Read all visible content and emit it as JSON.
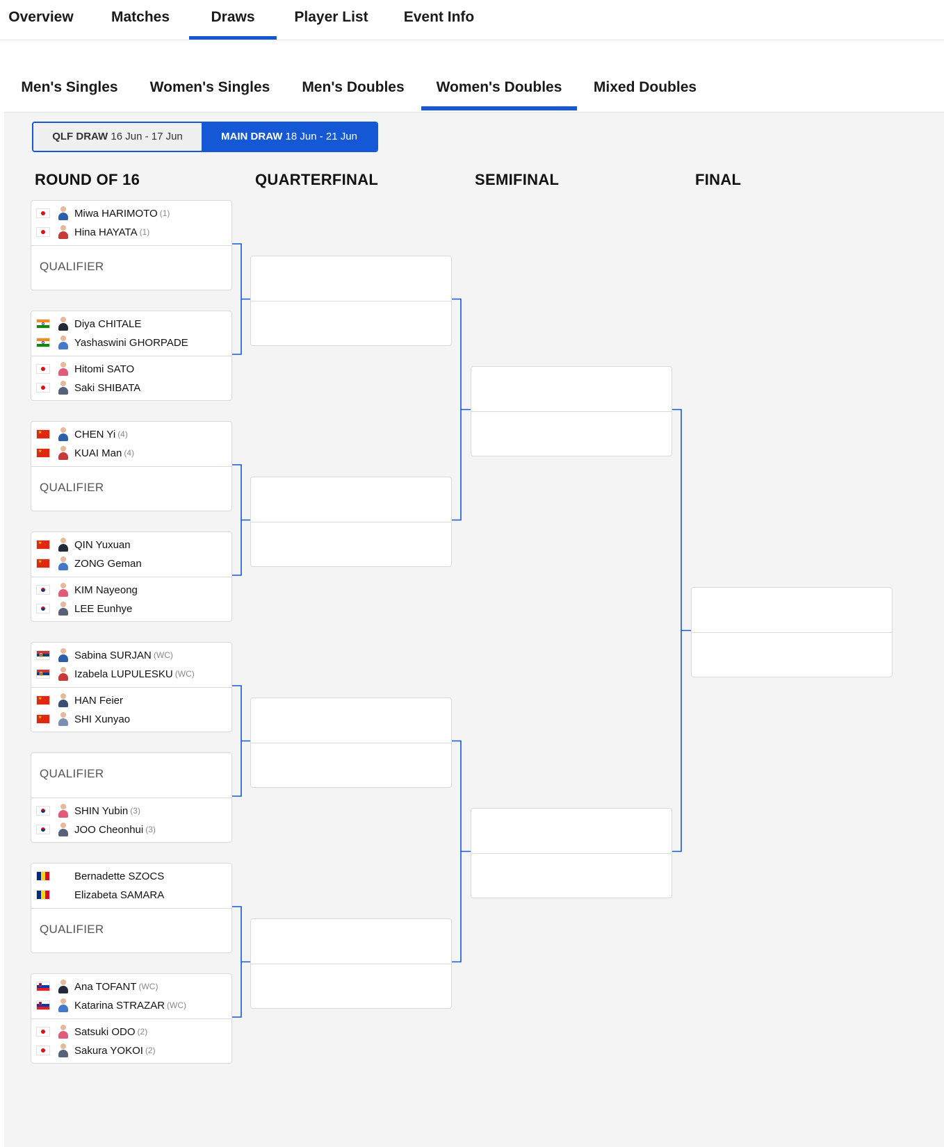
{
  "nav": {
    "tabs": [
      "Overview",
      "Matches",
      "Draws",
      "Player List",
      "Event Info"
    ],
    "active": 2
  },
  "event_tabs": {
    "tabs": [
      "Men's Singles",
      "Women's Singles",
      "Men's Doubles",
      "Women's Doubles",
      "Mixed Doubles"
    ],
    "active": 3
  },
  "draw_toggle": {
    "qlf": {
      "label": "QLF DRAW",
      "dates": "16 Jun - 17 Jun"
    },
    "main": {
      "label": "MAIN DRAW",
      "dates": "18 Jun - 21 Jun"
    }
  },
  "rounds": [
    "ROUND OF 16",
    "QUARTERFINAL",
    "SEMIFINAL",
    "FINAL"
  ],
  "qualifier_label": "QUALIFIER",
  "colors": {
    "accent": "#1558d6"
  },
  "matches_r16": [
    {
      "top": {
        "players": [
          {
            "name": "Miwa HARIMOTO",
            "seed": "(1)",
            "country": "JPN"
          },
          {
            "name": "Hina HAYATA",
            "seed": "(1)",
            "country": "JPN"
          }
        ]
      },
      "bottom": {
        "qualifier": true
      }
    },
    {
      "top": {
        "players": [
          {
            "name": "Diya CHITALE",
            "seed": "",
            "country": "IND"
          },
          {
            "name": "Yashaswini GHORPADE",
            "seed": "",
            "country": "IND"
          }
        ]
      },
      "bottom": {
        "players": [
          {
            "name": "Hitomi SATO",
            "seed": "",
            "country": "JPN"
          },
          {
            "name": "Saki SHIBATA",
            "seed": "",
            "country": "JPN"
          }
        ]
      }
    },
    {
      "top": {
        "players": [
          {
            "name": "CHEN Yi",
            "seed": "(4)",
            "country": "CHN"
          },
          {
            "name": "KUAI Man",
            "seed": "(4)",
            "country": "CHN"
          }
        ]
      },
      "bottom": {
        "qualifier": true
      }
    },
    {
      "top": {
        "players": [
          {
            "name": "QIN Yuxuan",
            "seed": "",
            "country": "CHN"
          },
          {
            "name": "ZONG Geman",
            "seed": "",
            "country": "CHN"
          }
        ]
      },
      "bottom": {
        "players": [
          {
            "name": "KIM Nayeong",
            "seed": "",
            "country": "KOR"
          },
          {
            "name": "LEE Eunhye",
            "seed": "",
            "country": "KOR"
          }
        ]
      }
    },
    {
      "top": {
        "players": [
          {
            "name": "Sabina SURJAN",
            "seed": "(WC)",
            "country": "SRB"
          },
          {
            "name": "Izabela LUPULESKU",
            "seed": "(WC)",
            "country": "SRB"
          }
        ]
      },
      "bottom": {
        "players": [
          {
            "name": "HAN Feier",
            "seed": "",
            "country": "CHN"
          },
          {
            "name": "SHI Xunyao",
            "seed": "",
            "country": "CHN"
          }
        ]
      }
    },
    {
      "top": {
        "qualifier": true
      },
      "bottom": {
        "players": [
          {
            "name": "SHIN Yubin",
            "seed": "(3)",
            "country": "KOR"
          },
          {
            "name": "JOO Cheonhui",
            "seed": "(3)",
            "country": "KOR"
          }
        ]
      }
    },
    {
      "top": {
        "players": [
          {
            "name": "Bernadette SZOCS",
            "seed": "",
            "country": "ROU"
          },
          {
            "name": "Elizabeta SAMARA",
            "seed": "",
            "country": "ROU"
          }
        ]
      },
      "bottom": {
        "qualifier": true
      }
    },
    {
      "top": {
        "players": [
          {
            "name": "Ana TOFANT",
            "seed": "(WC)",
            "country": "SLO"
          },
          {
            "name": "Katarina STRAZAR",
            "seed": "(WC)",
            "country": "SLO"
          }
        ]
      },
      "bottom": {
        "players": [
          {
            "name": "Satsuki ODO",
            "seed": "(2)",
            "country": "JPN"
          },
          {
            "name": "Sakura YOKOI",
            "seed": "(2)",
            "country": "JPN"
          }
        ]
      }
    }
  ]
}
